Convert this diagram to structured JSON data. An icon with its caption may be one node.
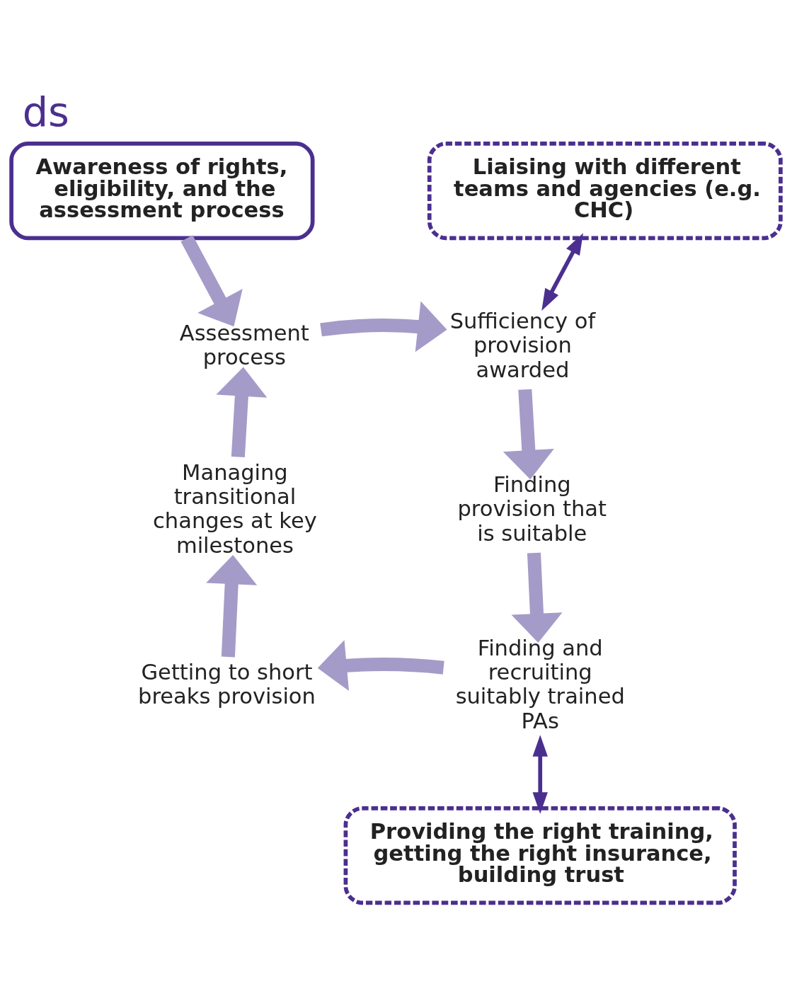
{
  "diagram": {
    "title": "ds",
    "nodes": [
      {
        "text": [
          "Awareness of rights, eligibility, and the assessment process"
        ]
      },
      {
        "text": [
          "Liaising with different teams and agencies (e.g. CHC)"
        ]
      },
      {
        "text": [
          "Assessment process"
        ]
      },
      {
        "text": [
          "Sufficiency of provision awarded"
        ]
      },
      {
        "text": [
          "Finding provision that is suitable"
        ]
      },
      {
        "text": [
          "Finding and recruiting suitably trained PAs"
        ]
      },
      {
        "text": [
          "Getting to short breaks provision"
        ]
      },
      {
        "text": [
          "Managing transitional changes at key milestones"
        ]
      },
      {
        "text": [
          "Providing the right training, getting the right insurance, building trust"
        ]
      }
    ],
    "edges": [
      {
        "from": 0,
        "to": 2,
        "arrow": "to"
      },
      {
        "from": 2,
        "to": 3,
        "arrow": "to"
      },
      {
        "from": 1,
        "to": 3,
        "arrow": "both",
        "color": "#4b2f8f"
      },
      {
        "from": 3,
        "to": 4,
        "arrow": "to"
      },
      {
        "from": 4,
        "to": 5,
        "arrow": "to"
      },
      {
        "from": 5,
        "to": 8,
        "arrow": "both",
        "color": "#4b2f8f"
      },
      {
        "from": 5,
        "to": 6,
        "arrow": "to"
      },
      {
        "from": 6,
        "to": 7,
        "arrow": "to"
      },
      {
        "from": 7,
        "to": 2,
        "arrow": "to"
      }
    ]
  }
}
